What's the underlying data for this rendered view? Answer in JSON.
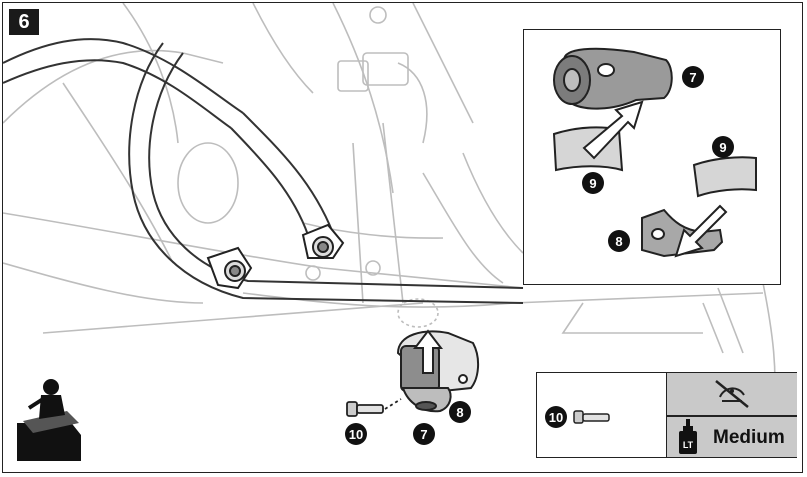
{
  "step_number": "6",
  "callouts": {
    "bracket": "7",
    "clamp": "8",
    "pad": "9",
    "bolt": "10"
  },
  "legend": {
    "callout": "10",
    "threadlock_label": "Medium",
    "threadlock_icon": "LT"
  },
  "icons": [
    "mechanic-at-workbench-icon",
    "no-grease-icon",
    "threadlocker-bottle-icon"
  ]
}
